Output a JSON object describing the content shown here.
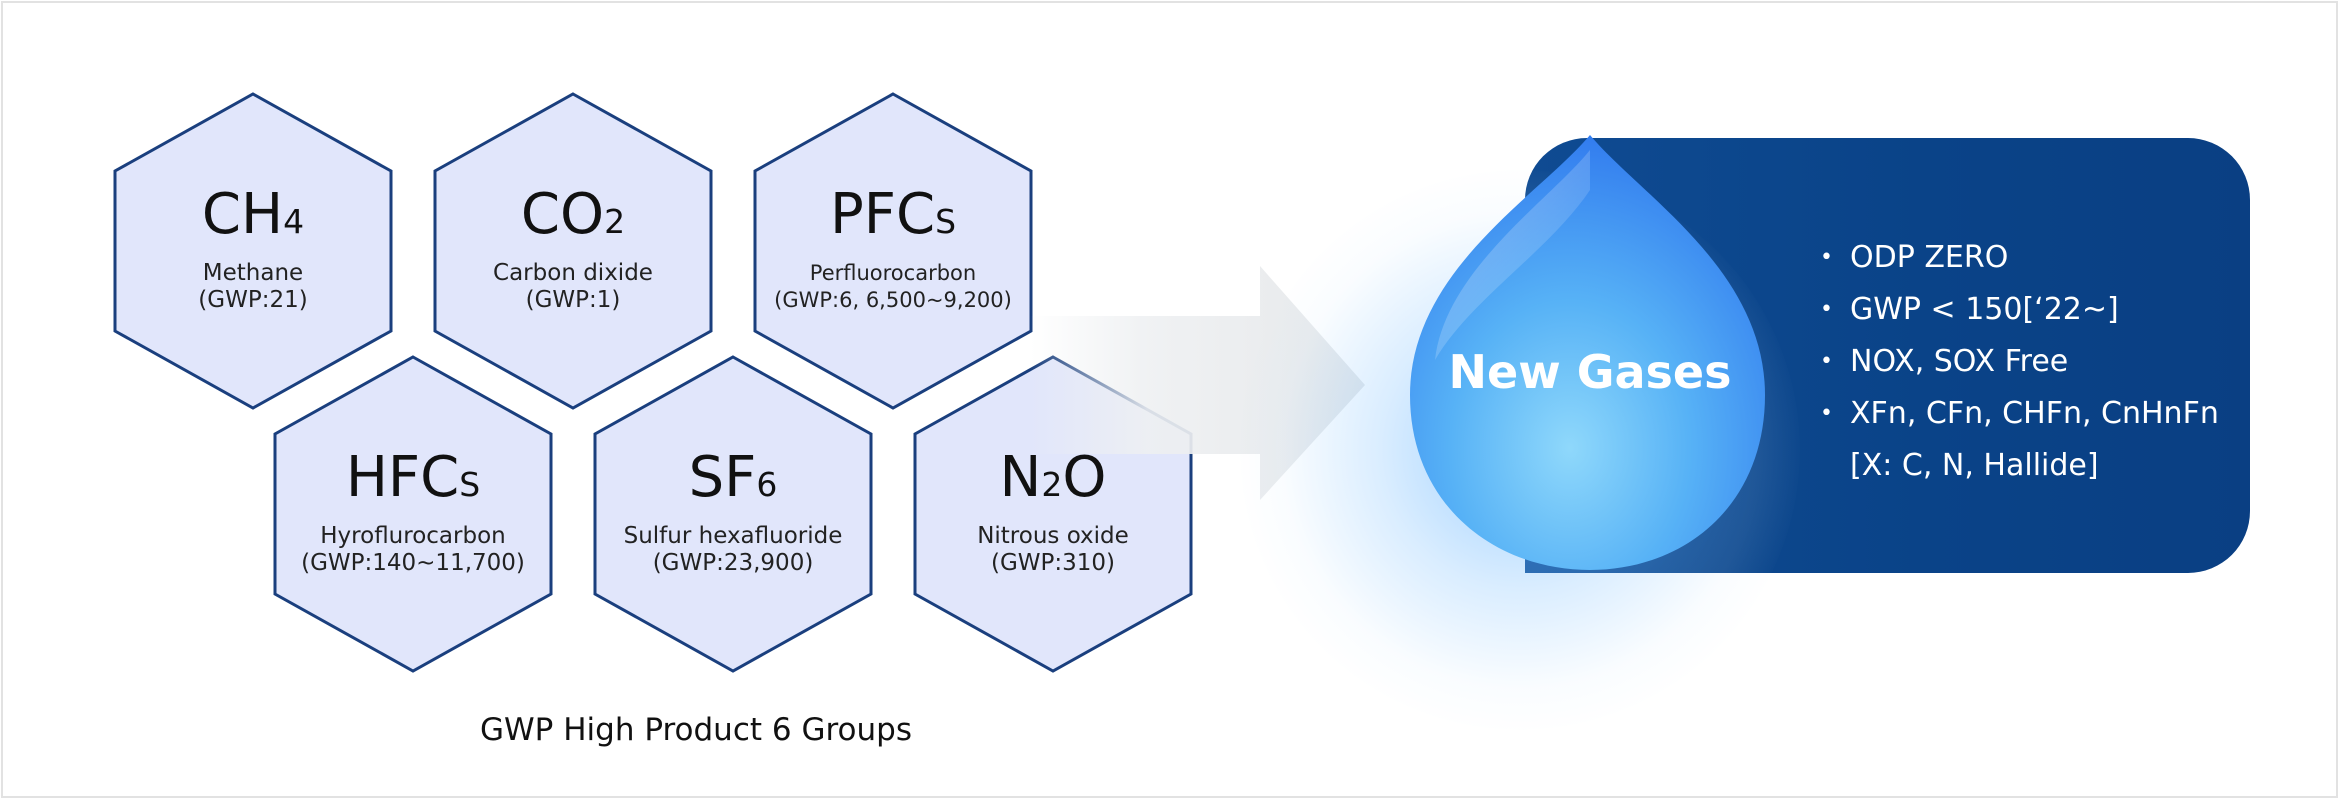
{
  "colors": {
    "hex_fill": "#e1e6fb",
    "hex_stroke": "#1a3f7e",
    "panel": "#0b4589",
    "drop_light": "#7cd2fb",
    "drop_dark": "#2f7ff0",
    "arrow": "#eceef0"
  },
  "groups": [
    {
      "formula": "CH",
      "sub": "4",
      "suffix": "",
      "name": "Methane",
      "gwp": "(GWP:21)"
    },
    {
      "formula": "CO",
      "sub": "2",
      "suffix": "",
      "name": "Carbon dixide",
      "gwp": "(GWP:1)"
    },
    {
      "formula": "PFC",
      "sub": "S",
      "suffix": "",
      "name": "Perfluorocarbon",
      "gwp": "(GWP:6, 6,500~9,200)"
    },
    {
      "formula": "HFC",
      "sub": "S",
      "suffix": "",
      "name": "Hyroflurocarbon",
      "gwp": "(GWP:140~11,700)"
    },
    {
      "formula": "SF",
      "sub": "6",
      "suffix": "",
      "name": "Sulfur hexafluoride",
      "gwp": "(GWP:23,900)"
    },
    {
      "formula": "N",
      "sub": "2",
      "suffix": "O",
      "name": "Nitrous oxide",
      "gwp": "(GWP:310)"
    }
  ],
  "caption": "GWP High Product 6 Groups",
  "drop_title": "New Gases",
  "bullet_dot": "•",
  "features": [
    "ODP ZERO",
    "GWP < 150[‘22~]",
    "NOX, SOX Free",
    "XFn, CFn, CHFn, CnHnFn"
  ],
  "features_cont": "[X: C, N, Hallide]",
  "icons": {
    "arrow": "right-arrow-icon",
    "drop": "water-drop-icon"
  }
}
